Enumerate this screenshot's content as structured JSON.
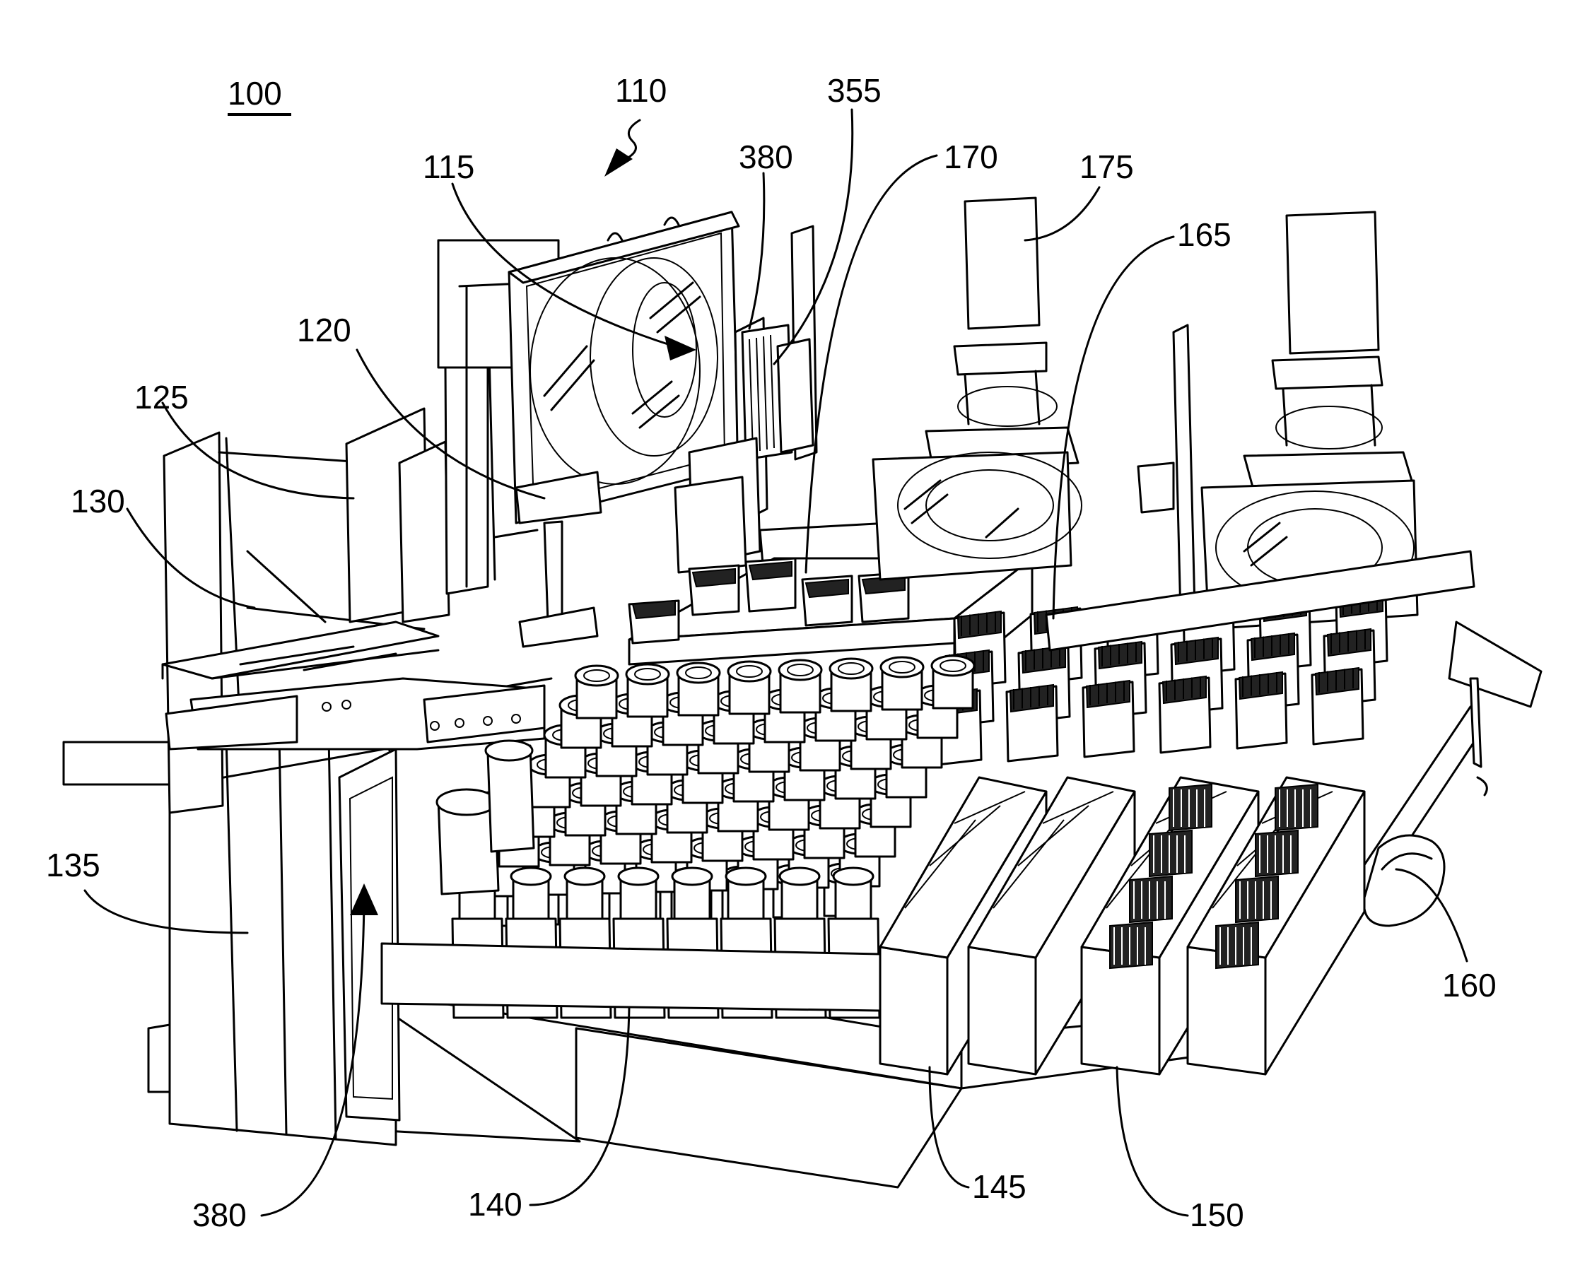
{
  "figure": {
    "main_label": "100",
    "labels": {
      "l110": "110",
      "l115": "115",
      "l380a": "380",
      "l355": "355",
      "l170": "170",
      "l175": "175",
      "l165": "165",
      "l120": "120",
      "l125": "125",
      "l130": "130",
      "l135": "135",
      "l160": "160",
      "l380b": "380",
      "l140": "140",
      "l145": "145",
      "l150": "150"
    },
    "arrow_icon": "curved-arrow-icon"
  }
}
